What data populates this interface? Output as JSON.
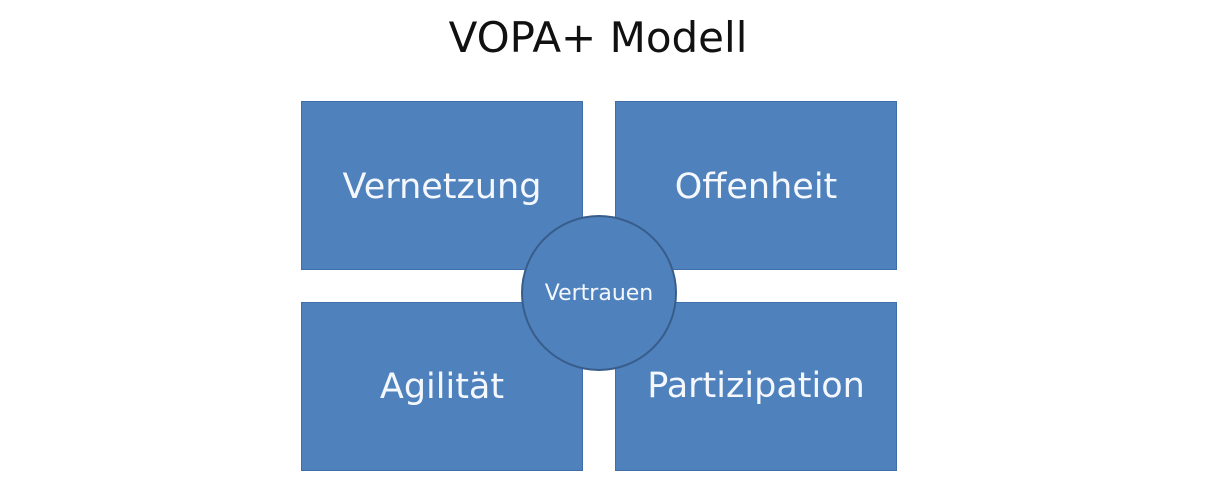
{
  "diagram": {
    "title": "VOPA+ Modell",
    "quadrants": [
      {
        "position": "top-left",
        "label": "Vernetzung"
      },
      {
        "position": "top-right",
        "label": "Offenheit"
      },
      {
        "position": "bottom-left",
        "label": "Agilität"
      },
      {
        "position": "bottom-right",
        "label": "Partizipation"
      }
    ],
    "center": {
      "label": "Vertrauen"
    },
    "colors": {
      "box_fill": "#4f81bd",
      "circle_border": "#385d8a",
      "text_on_box": "#ffffff",
      "title_text": "#111111",
      "background": "#ffffff"
    }
  }
}
